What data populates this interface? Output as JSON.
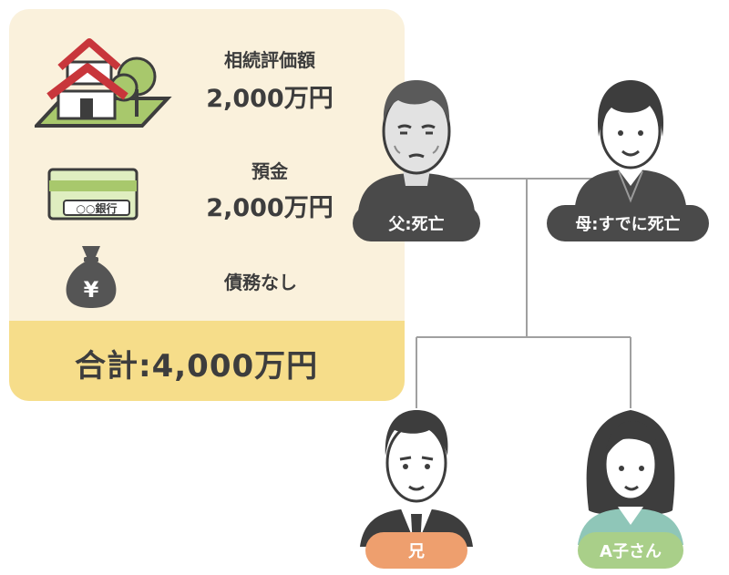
{
  "estate": {
    "real_estate": {
      "label": "相続評価額",
      "value": "2,000万円",
      "icon": "house-icon"
    },
    "deposit": {
      "label": "預金",
      "value": "2,000万円",
      "icon": "bankbook-icon",
      "bank_text": "○○銀行"
    },
    "debt": {
      "label": "債務なし",
      "icon": "money-bag-icon",
      "bag_symbol": "¥"
    },
    "total": "合計:4,000万円"
  },
  "family": {
    "father": {
      "label": "父:死亡"
    },
    "mother": {
      "label": "母:すでに死亡"
    },
    "brother": {
      "label": "兄"
    },
    "a_ko": {
      "label": "A子さん"
    }
  },
  "colors": {
    "panel": "#faf1dc",
    "total_band": "#f6dd8a",
    "dark_label": "#4a4a4a",
    "orange_label": "#ee9f6e",
    "green_label": "#a9cf89",
    "connector": "#a0a0a0"
  }
}
